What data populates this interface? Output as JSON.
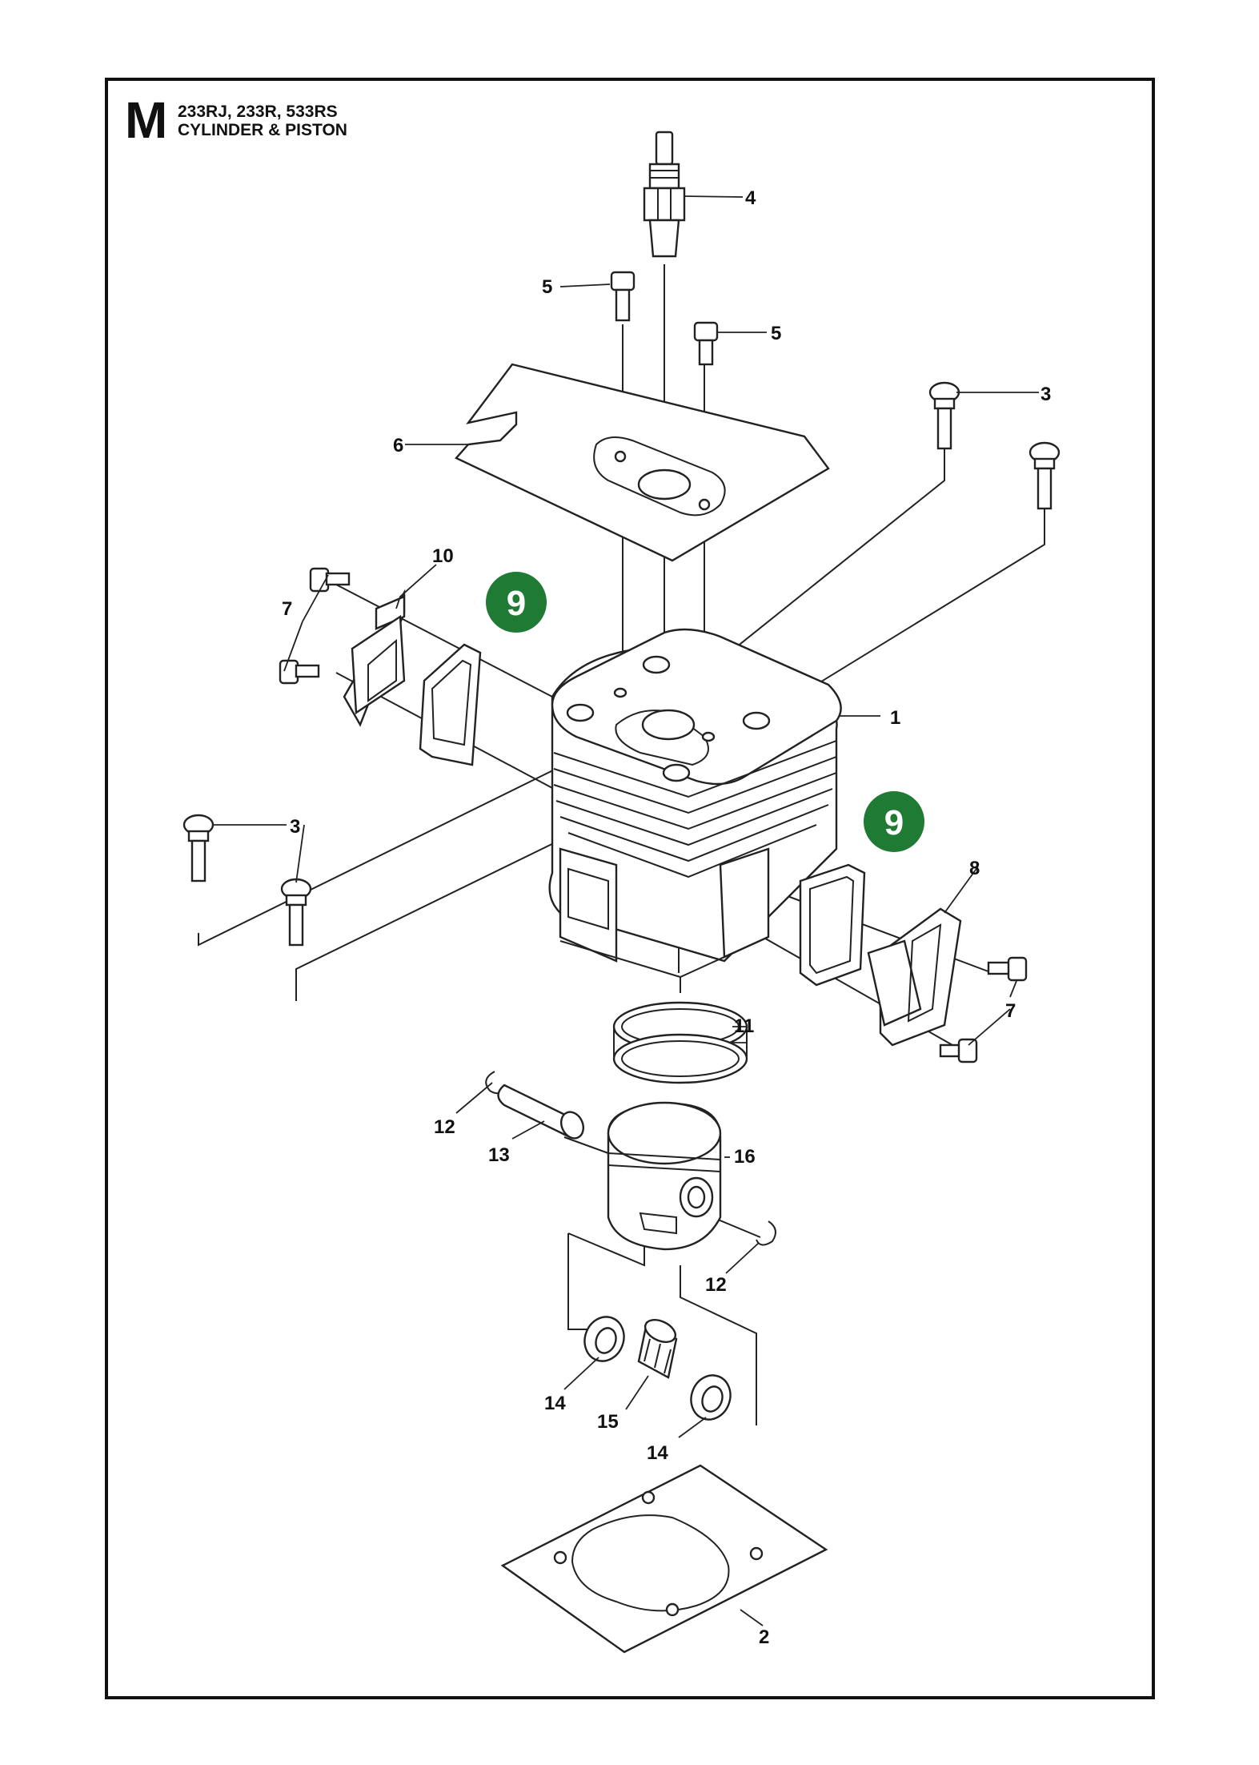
{
  "header": {
    "section_letter": "M",
    "models": "233RJ, 233R, 533RS",
    "title": "CYLINDER & PISTON"
  },
  "colors": {
    "badge": "#1f7a34",
    "line": "#222222"
  },
  "callouts": {
    "c1": "1",
    "c2": "2",
    "c3a": "3",
    "c3b": "3",
    "c4": "4",
    "c5a": "5",
    "c5b": "5",
    "c6": "6",
    "c7a": "7",
    "c7b": "7",
    "c8": "8",
    "c10": "10",
    "c11": "11",
    "c12a": "12",
    "c12b": "12",
    "c13": "13",
    "c14a": "14",
    "c14b": "14",
    "c15": "15",
    "c16": "16"
  },
  "badges": {
    "b9a": "9",
    "b9b": "9"
  }
}
